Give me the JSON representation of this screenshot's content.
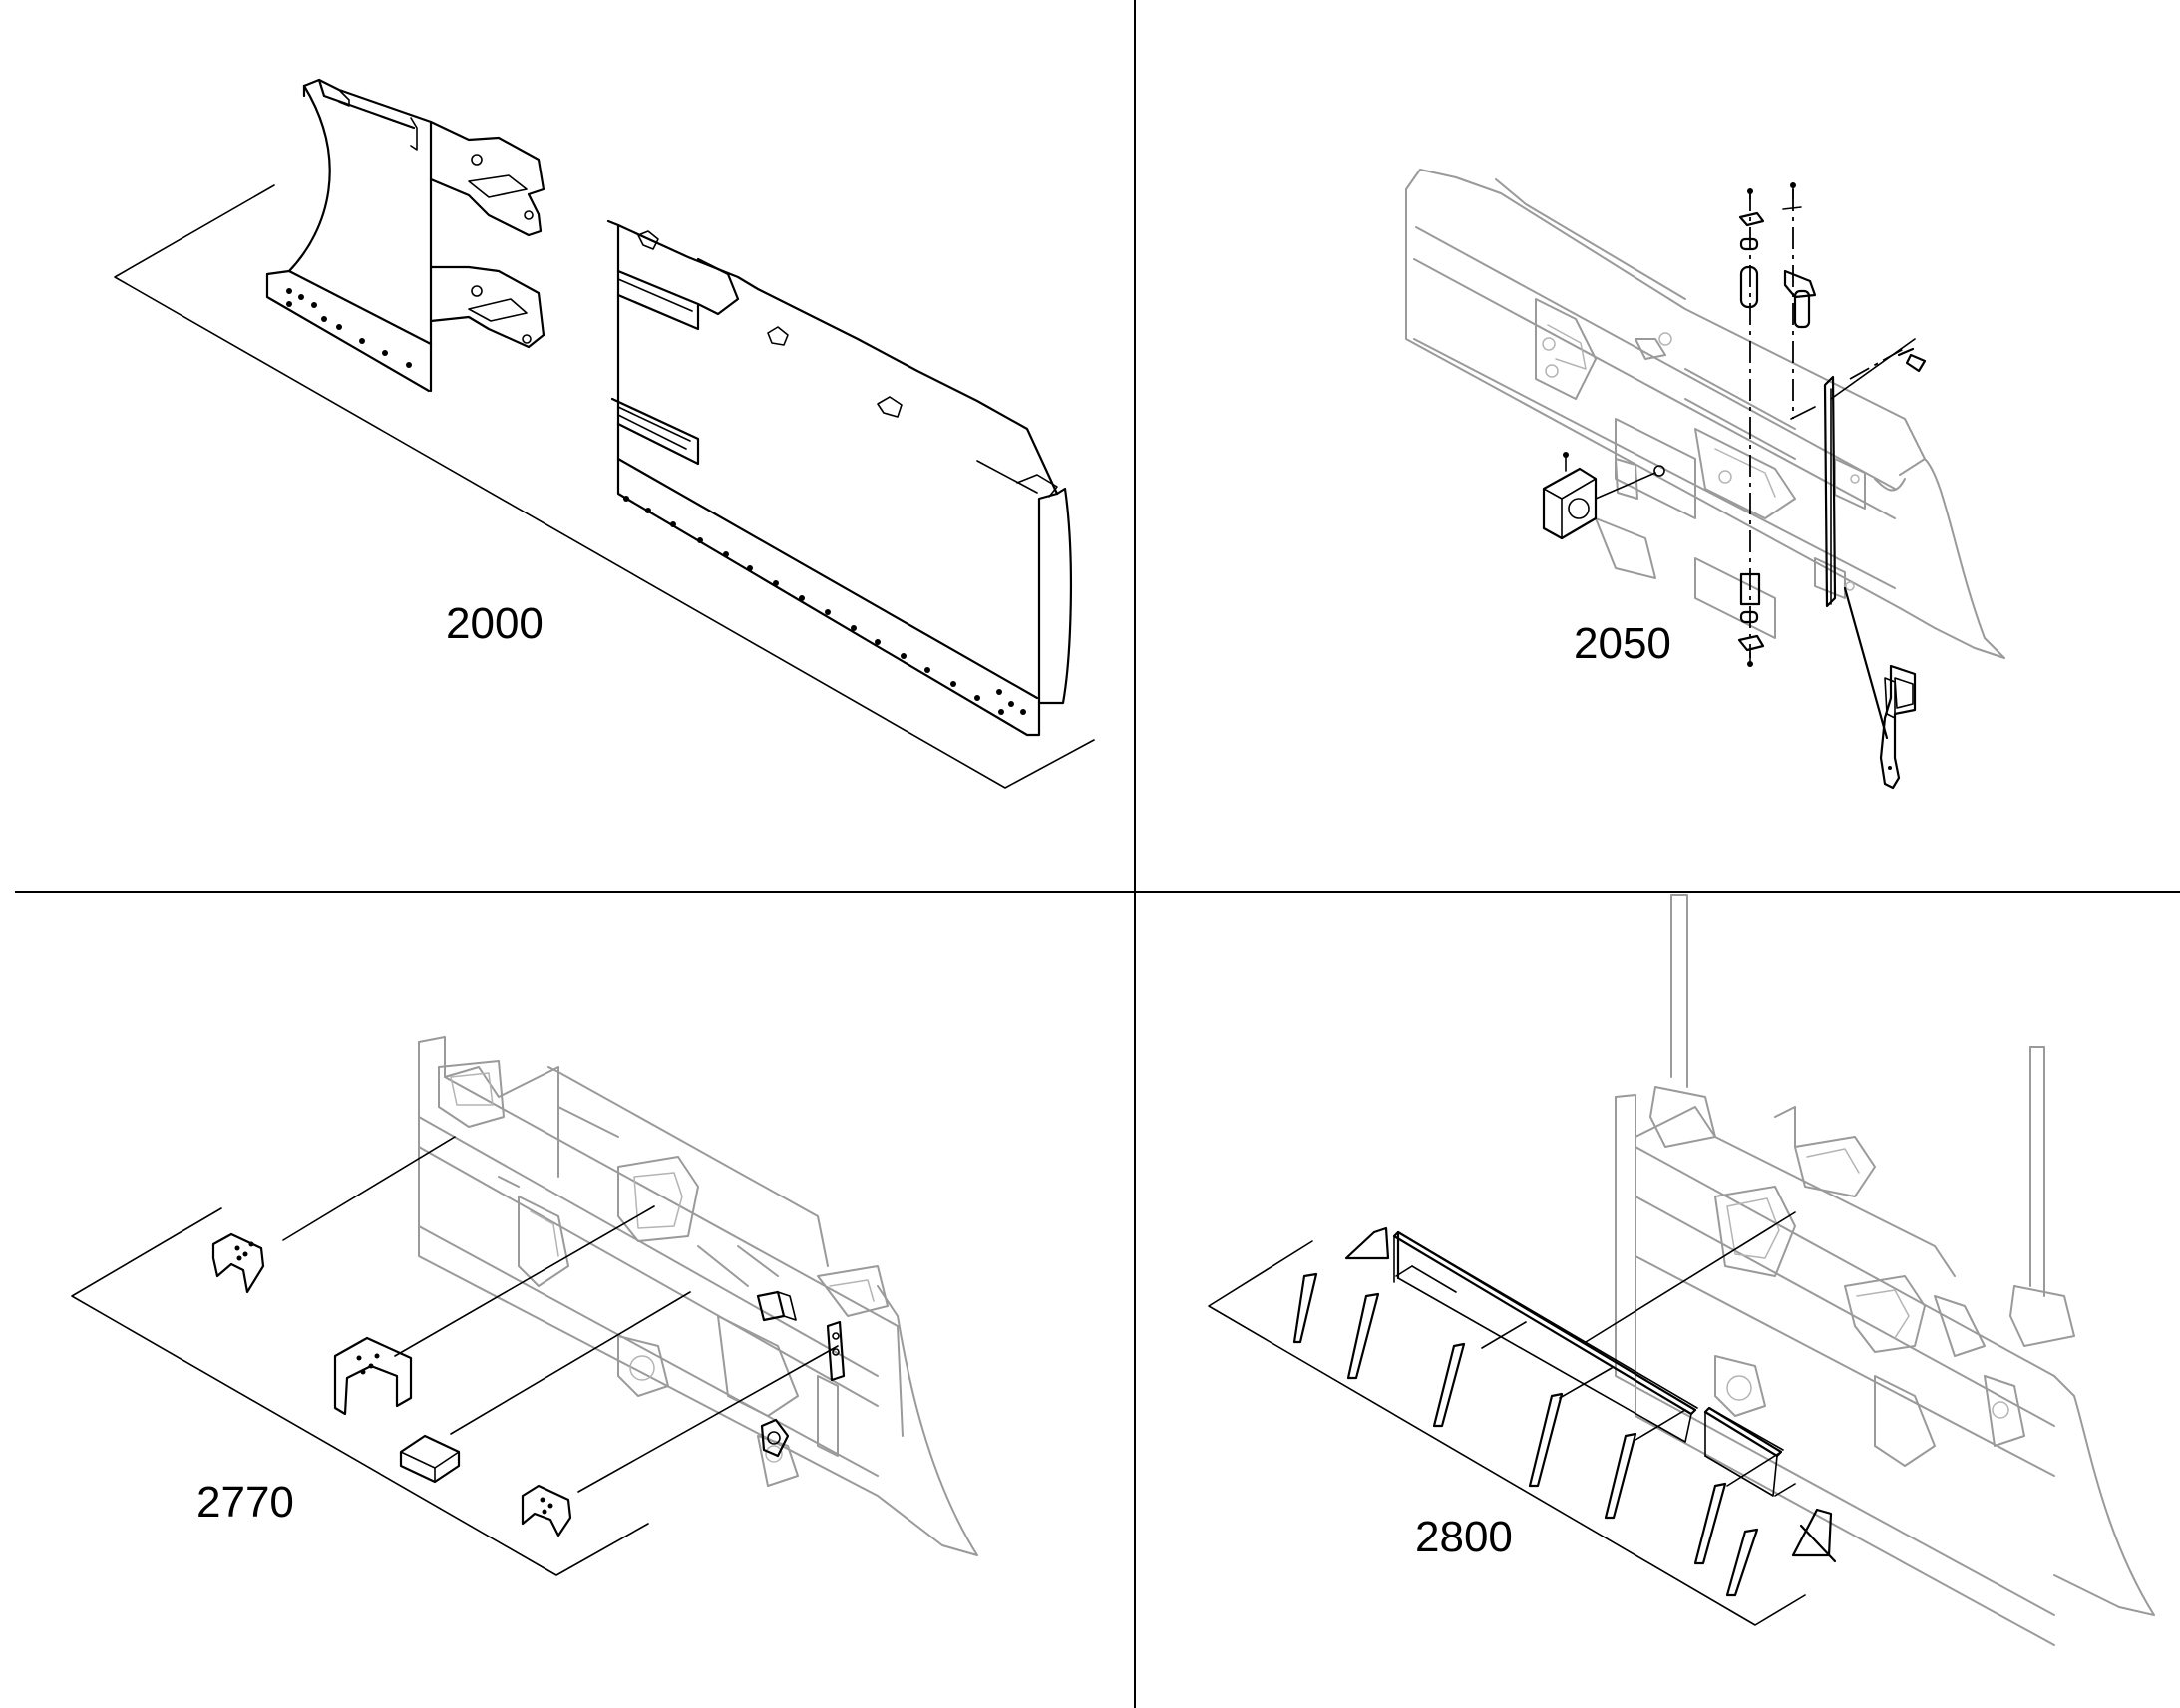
{
  "panels": [
    {
      "id": "top-left",
      "label": "2000"
    },
    {
      "id": "top-right",
      "label": "2050"
    },
    {
      "id": "bottom-left",
      "label": "2770"
    },
    {
      "id": "bottom-right",
      "label": "2800"
    }
  ],
  "colors": {
    "line": "#000000",
    "ghost": "#9a9a9a",
    "background": "#ffffff"
  }
}
